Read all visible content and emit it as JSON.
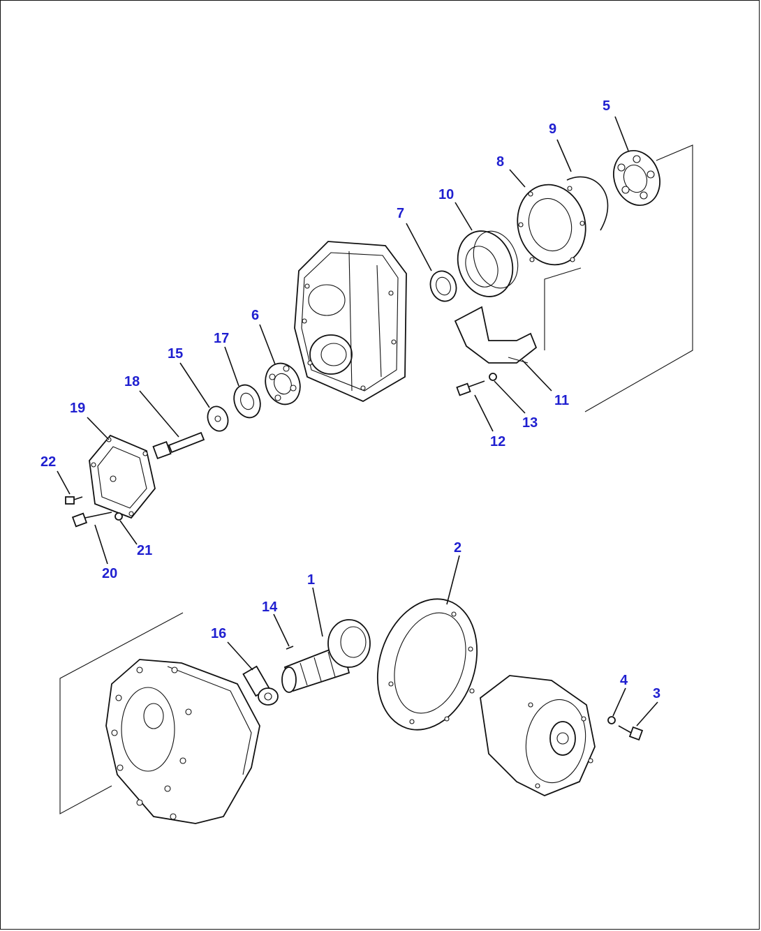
{
  "callouts": [
    {
      "id": "1",
      "label": "1"
    },
    {
      "id": "2",
      "label": "2"
    },
    {
      "id": "3",
      "label": "3"
    },
    {
      "id": "4",
      "label": "4"
    },
    {
      "id": "5",
      "label": "5"
    },
    {
      "id": "6",
      "label": "6"
    },
    {
      "id": "7",
      "label": "7"
    },
    {
      "id": "8",
      "label": "8"
    },
    {
      "id": "9",
      "label": "9"
    },
    {
      "id": "10",
      "label": "10"
    },
    {
      "id": "11",
      "label": "11"
    },
    {
      "id": "12",
      "label": "12"
    },
    {
      "id": "13",
      "label": "13"
    },
    {
      "id": "14",
      "label": "14"
    },
    {
      "id": "15",
      "label": "15"
    },
    {
      "id": "16",
      "label": "16"
    },
    {
      "id": "17",
      "label": "17"
    },
    {
      "id": "18",
      "label": "18"
    },
    {
      "id": "19",
      "label": "19"
    },
    {
      "id": "20",
      "label": "20"
    },
    {
      "id": "21",
      "label": "21"
    },
    {
      "id": "22",
      "label": "22"
    }
  ],
  "colors": {
    "callout": "#1f1fd0",
    "line": "#111111"
  }
}
